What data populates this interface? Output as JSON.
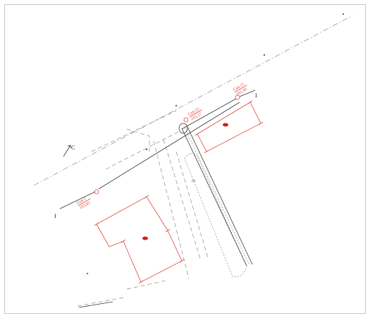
{
  "wells": [
    {
      "id": "Скв.11",
      "elevation": "193,30"
    },
    {
      "id": "Скв.12",
      "elevation": "193,37"
    },
    {
      "id": "Скв.1",
      "elevation": "193,85"
    }
  ],
  "section_mark": "I",
  "north_label": "С",
  "structure_label": "III",
  "colors": {
    "survey": "#e0463f",
    "linework": "#333333",
    "dimmed": "#8a8a8a"
  }
}
